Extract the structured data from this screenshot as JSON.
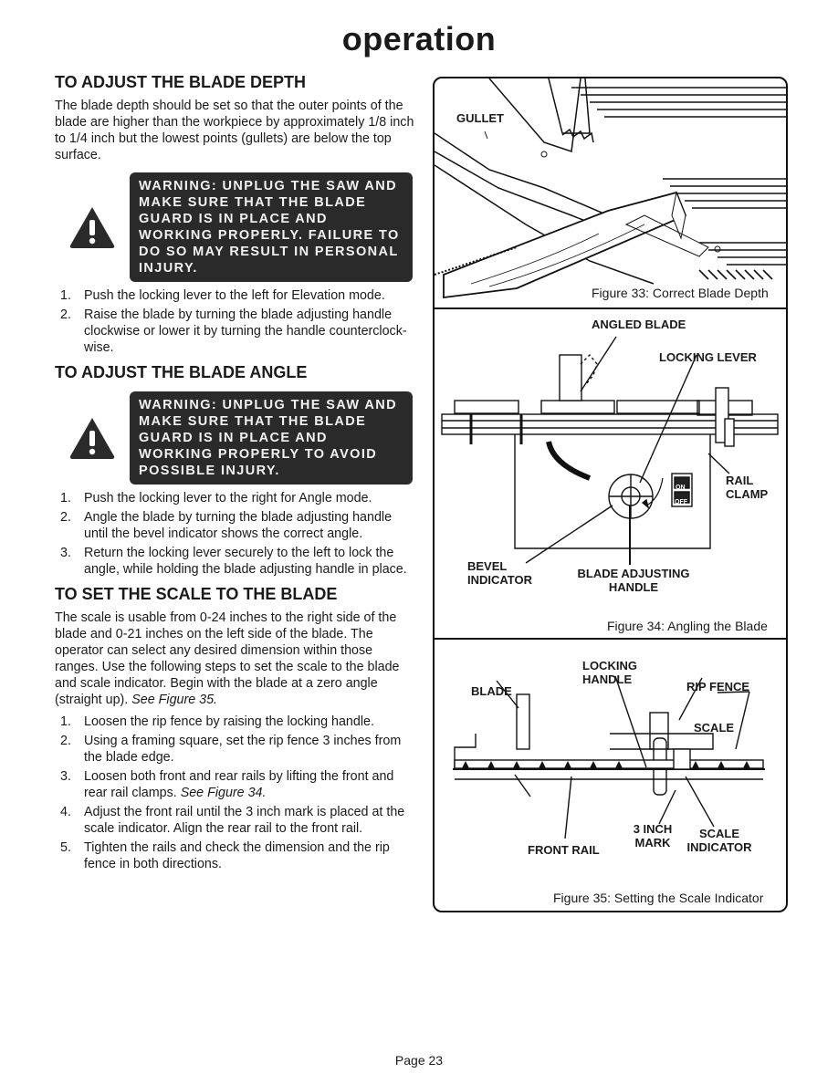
{
  "page_title": "operation",
  "section_depth": {
    "heading": "TO ADJUST THE BLADE DEPTH",
    "intro": "The blade depth should be set so that the outer points of the blade are higher than the workpiece by approximately 1/8 inch to 1/4 inch but the lowest points (gullets) are below the top surface.",
    "warning": "WARNING: UNPLUG THE SAW AND MAKE SURE THAT THE BLADE GUARD IS IN PLACE AND WORKING PROPERLY. FAILURE TO DO SO MAY RESULT IN PERSONAL INJURY.",
    "steps": [
      {
        "num": "1.",
        "text": "Push the locking lever to the left for Elevation mode."
      },
      {
        "num": "2.",
        "text": "Raise the blade by turning the blade adjusting handle clockwise or lower it by turning the handle counterclock-wise."
      }
    ]
  },
  "section_angle": {
    "heading": "TO ADJUST THE BLADE ANGLE",
    "warning": "WARNING: UNPLUG THE SAW AND MAKE SURE THAT THE BLADE GUARD IS IN PLACE AND WORKING PROPERLY TO AVOID POSSIBLE INJURY.",
    "steps": [
      {
        "num": "1.",
        "text": "Push the locking lever to the right for Angle mode."
      },
      {
        "num": "2.",
        "text": "Angle the blade by turning the blade adjusting handle until the bevel indicator shows the correct angle."
      },
      {
        "num": "3.",
        "text": "Return the locking lever securely to the left to lock the angle, while holding the blade adjusting handle in place."
      }
    ]
  },
  "section_scale": {
    "heading": "TO SET THE SCALE TO THE BLADE",
    "intro": "The scale is usable from 0-24 inches to the right side of the blade and 0-21 inches on the left side of the blade. The operator can select any desired dimension within those ranges. Use the following steps to set the scale to the blade and scale indicator. Begin with the blade at a zero angle (straight up).",
    "intro_ref": "See Figure 35.",
    "steps": [
      {
        "num": "1.",
        "text": "Loosen the rip fence by raising the locking handle.",
        "ref": ""
      },
      {
        "num": "2.",
        "text": "Using a framing square, set the rip fence 3 inches from the blade edge.",
        "ref": ""
      },
      {
        "num": "3.",
        "text": "Loosen both front and rear rails by lifting the front and rear rail clamps.",
        "ref": "See Figure 34."
      },
      {
        "num": "4.",
        "text": "Adjust the front rail until the 3 inch mark is placed at the scale indicator. Align the rear rail to the front rail.",
        "ref": ""
      },
      {
        "num": "5.",
        "text": "Tighten the rails and check the dimension and the rip fence in both directions.",
        "ref": ""
      }
    ]
  },
  "figures": {
    "fig33": {
      "caption": "Figure 33: Correct Blade Depth",
      "labels": {
        "gullet": "GULLET"
      }
    },
    "fig34": {
      "caption": "Figure 34: Angling the Blade",
      "labels": {
        "angled_blade": "ANGLED BLADE",
        "locking_lever": "LOCKING LEVER",
        "rail_clamp": "RAIL CLAMP",
        "bevel_indicator": "BEVEL INDICATOR",
        "blade_adjusting_handle": "BLADE ADJUSTING HANDLE",
        "switch_on": "ON",
        "switch_off": "OFF"
      }
    },
    "fig35": {
      "caption": "Figure 35: Setting the Scale Indicator",
      "labels": {
        "locking_handle": "LOCKING HANDLE",
        "blade": "BLADE",
        "rip_fence": "RIP FENCE",
        "scale": "SCALE",
        "three_inch_mark": "3 INCH MARK",
        "scale_indicator": "SCALE INDICATOR",
        "front_rail": "FRONT RAIL"
      }
    }
  },
  "page_number": "Page 23"
}
